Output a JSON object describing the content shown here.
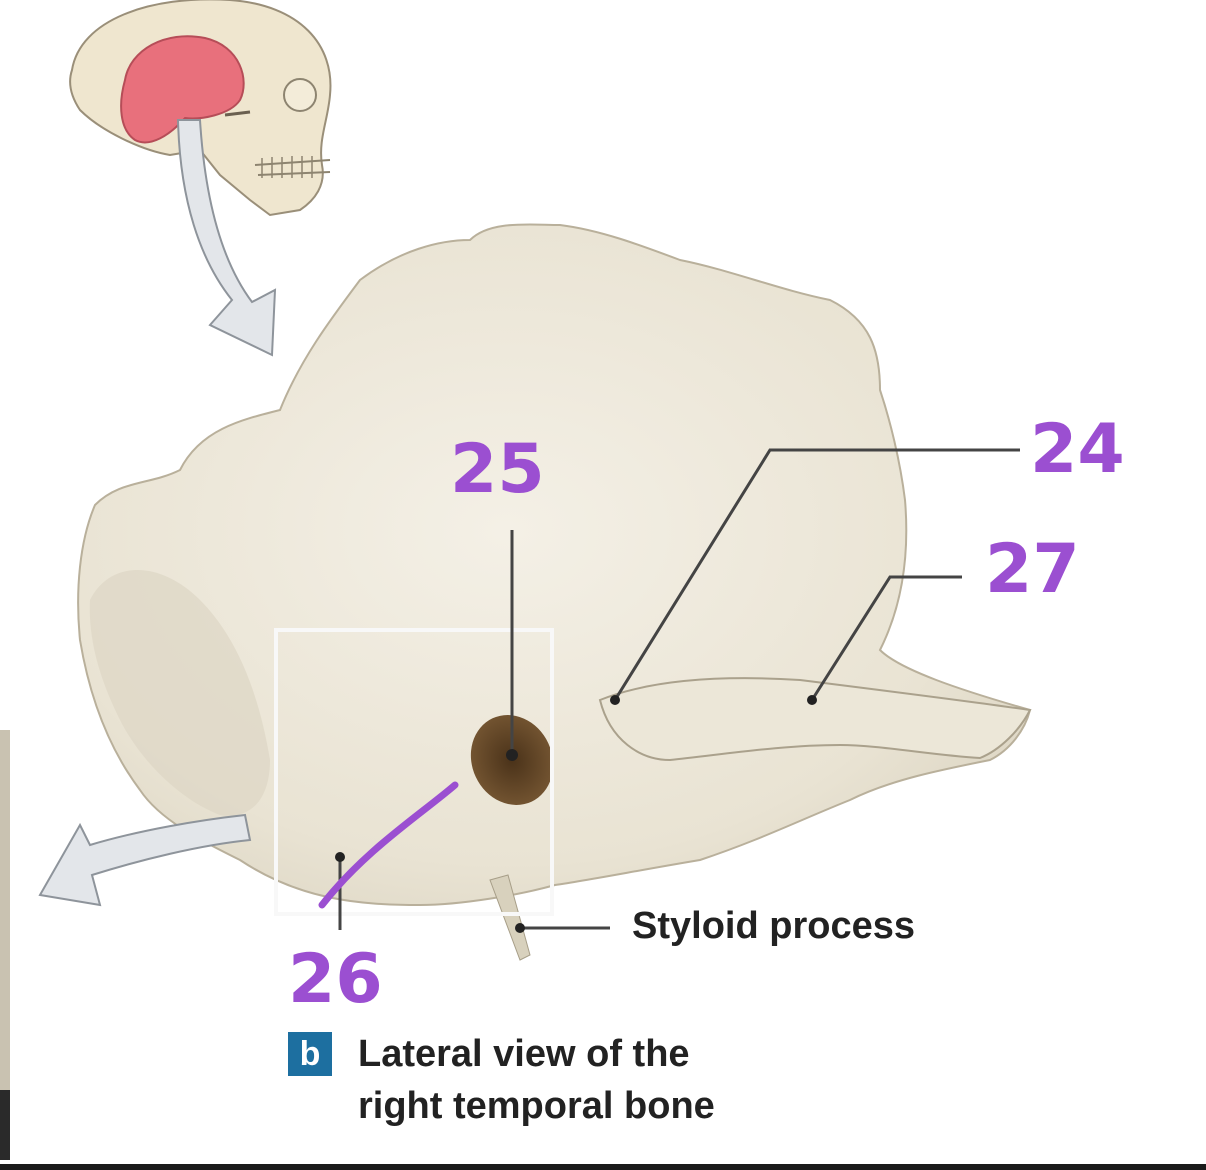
{
  "labels": {
    "styloid": "Styloid process"
  },
  "caption": {
    "letter": "b",
    "line1": "Lateral view of the",
    "line2": "right temporal bone"
  },
  "handwritten": {
    "n24": "24",
    "n25": "25",
    "n26": "26",
    "n27": "27"
  },
  "colors": {
    "handwriting": "#9b4fd1",
    "bone": "#efeadb",
    "highlight": "#e8707c",
    "caption_box": "#1d6fa0"
  },
  "icons": [
    "skull-illustration-icon",
    "arrow-down-icon",
    "arrow-left-icon"
  ]
}
